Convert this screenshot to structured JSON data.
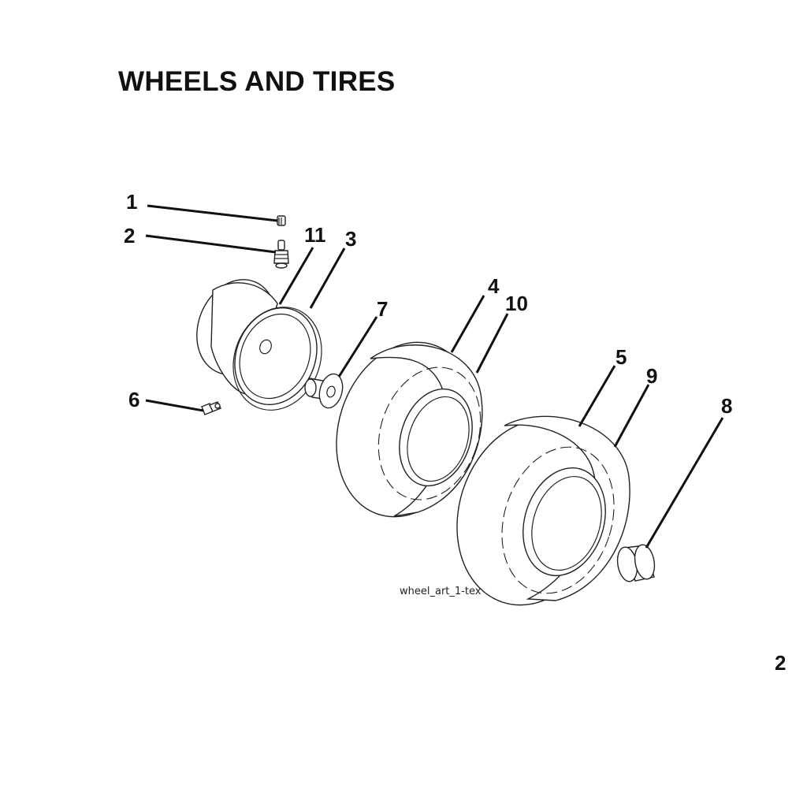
{
  "page": {
    "title": "WHEELS AND TIRES",
    "figure_caption": "wheel_art_1-tex",
    "page_number": "2"
  },
  "callouts": {
    "c1": "1",
    "c2": "2",
    "c3": "3",
    "c4": "4",
    "c5": "5",
    "c6": "6",
    "c7": "7",
    "c8": "8",
    "c9": "9",
    "c10": "10",
    "c11": "11"
  }
}
